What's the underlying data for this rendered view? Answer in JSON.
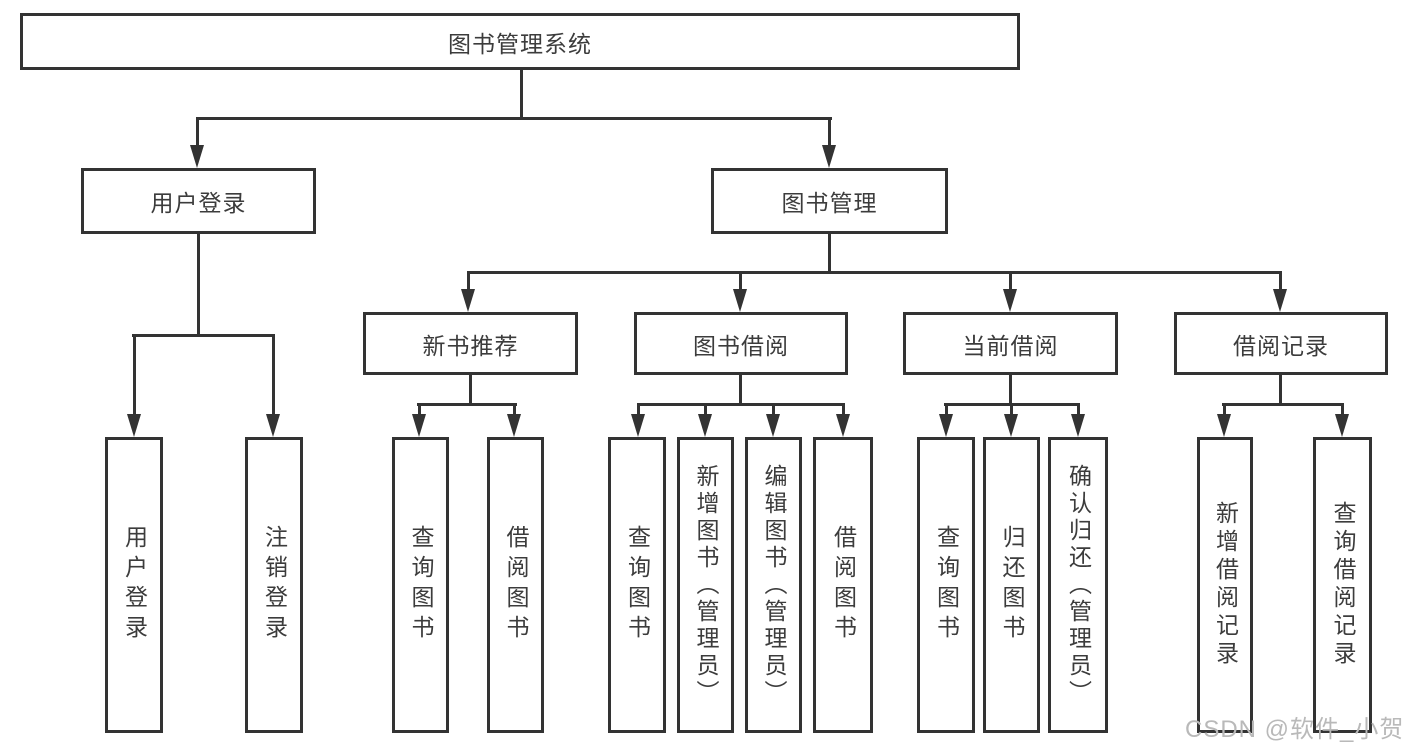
{
  "diagram": {
    "title": "图书管理系统",
    "tree": {
      "root": {
        "label": "图书管理系统",
        "children": [
          {
            "label": "用户登录",
            "children": [
              {
                "label": "用户登录"
              },
              {
                "label": "注销登录"
              }
            ]
          },
          {
            "label": "图书管理",
            "children": [
              {
                "label": "新书推荐",
                "children": [
                  {
                    "label": "查询图书"
                  },
                  {
                    "label": "借阅图书"
                  }
                ]
              },
              {
                "label": "图书借阅",
                "children": [
                  {
                    "label": "查询图书"
                  },
                  {
                    "label": "新增图书（管理员）"
                  },
                  {
                    "label": "编辑图书（管理员）"
                  },
                  {
                    "label": "借阅图书"
                  }
                ]
              },
              {
                "label": "当前借阅",
                "children": [
                  {
                    "label": "查询图书"
                  },
                  {
                    "label": "归还图书"
                  },
                  {
                    "label": "确认归还（管理员）"
                  }
                ]
              },
              {
                "label": "借阅记录",
                "children": [
                  {
                    "label": "新增借阅记录"
                  },
                  {
                    "label": "查询借阅记录"
                  }
                ]
              }
            ]
          }
        ]
      }
    },
    "colors": {
      "line": "#333333",
      "box_border": "#333333",
      "text": "#3c3c3c",
      "watermark": "#b9b9b9",
      "background": "#ffffff"
    }
  },
  "watermark": {
    "text": "CSDN @软件_小贺同学"
  }
}
